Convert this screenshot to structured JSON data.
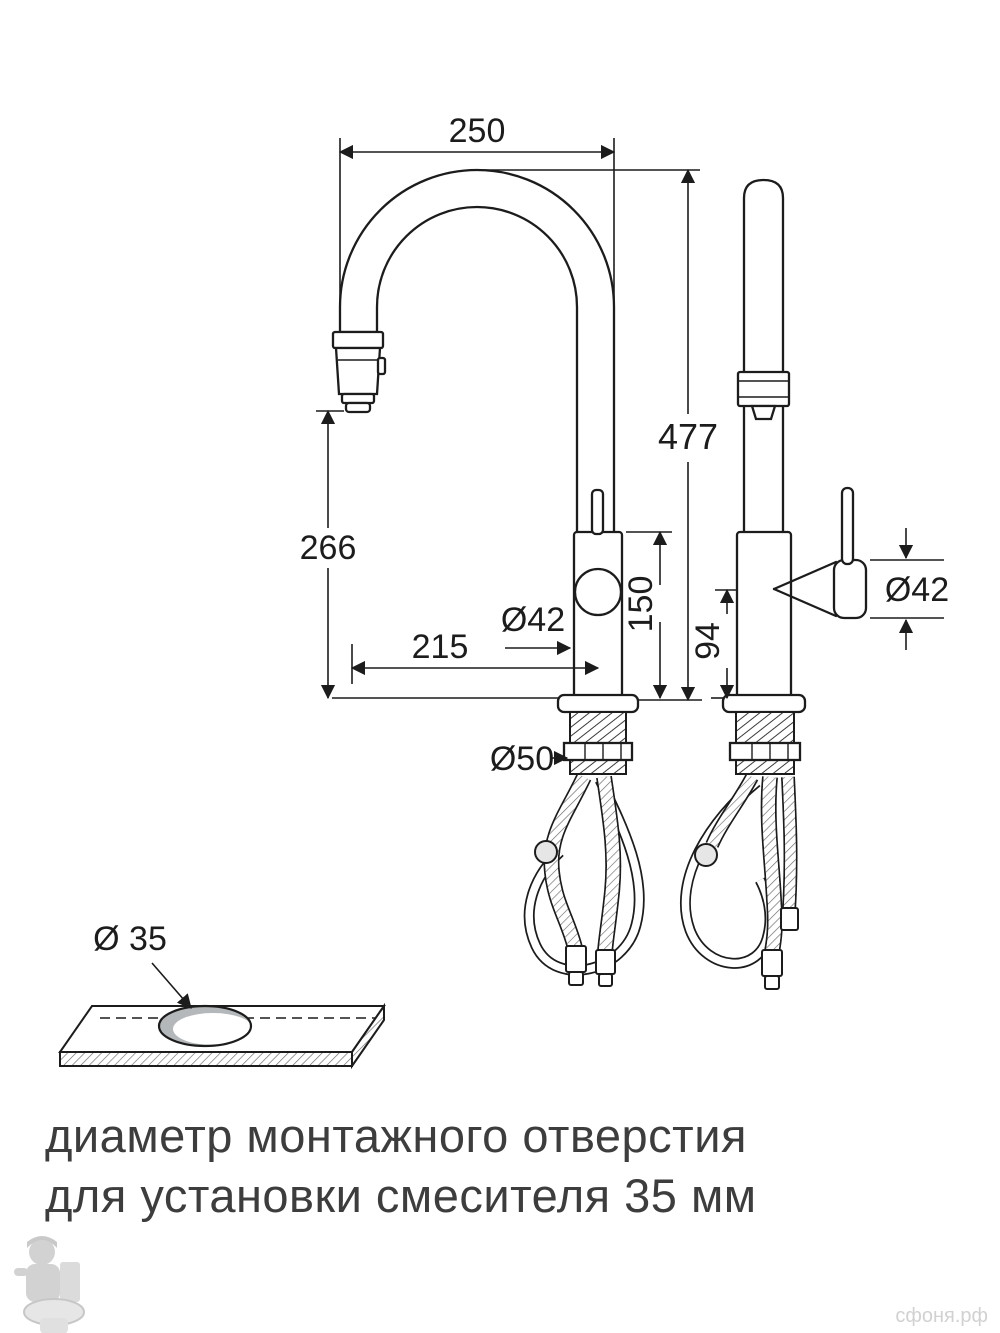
{
  "dimensions": {
    "front": {
      "arc_width": "250",
      "total_height": "477",
      "spout_height": "266",
      "body_height": "150",
      "spout_reach": "215",
      "body_diameter": "Ø42",
      "shank_diameter": "Ø50"
    },
    "side": {
      "handle_diameter": "Ø42",
      "base_to_handle": "94"
    },
    "mounting_hole": "Ø 35"
  },
  "caption": {
    "line1": "диаметр монтажного отверстия",
    "line2": "для установки смесителя 35 мм"
  },
  "watermark": {
    "site": "сфоня.рф"
  },
  "colors": {
    "line": "#1c1c1c",
    "caption": "#3d3d3d",
    "watermark": "#c9c9c9"
  }
}
